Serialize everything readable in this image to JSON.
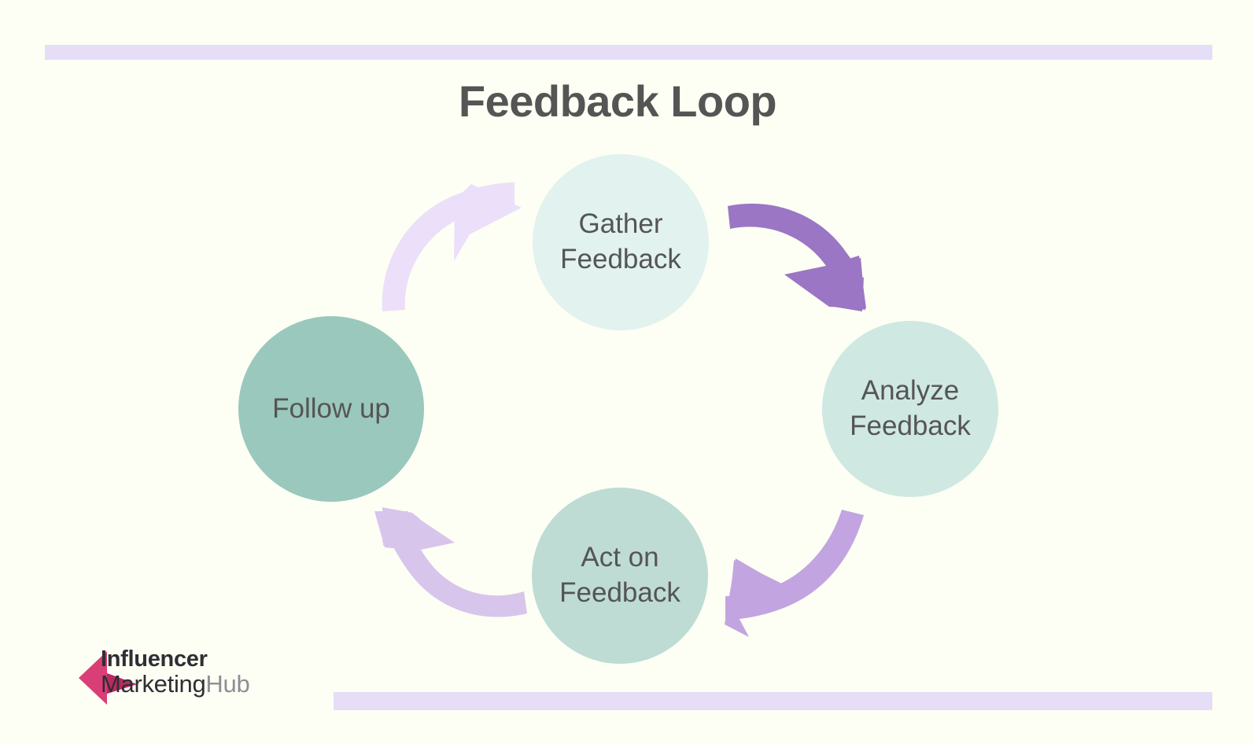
{
  "page": {
    "background_color": "#fdfff4",
    "title": "Feedback Loop",
    "title_color": "#555555"
  },
  "decorations": {
    "top_rule_color": "#e6ddf7",
    "bottom_rule_color": "#e6ddf7"
  },
  "diagram": {
    "type": "cycle",
    "direction": "clockwise",
    "nodes": [
      {
        "id": "gather",
        "label": "Gather\nFeedback",
        "position": "top",
        "fill": "#e2f2ee",
        "text_color": "#555555"
      },
      {
        "id": "analyze",
        "label": "Analyze\nFeedback",
        "position": "right",
        "fill": "#cfe8e2",
        "text_color": "#555555"
      },
      {
        "id": "act",
        "label": "Act on\nFeedback",
        "position": "bottom",
        "fill": "#bedcd3",
        "text_color": "#555555"
      },
      {
        "id": "follow",
        "label": "Follow up",
        "position": "left",
        "fill": "#9ac8bc",
        "text_color": "#555555"
      }
    ],
    "arrows": [
      {
        "id": "gather-to-analyze",
        "from": "gather",
        "to": "analyze",
        "color": "#9a76c4",
        "position": "top-right"
      },
      {
        "id": "analyze-to-act",
        "from": "analyze",
        "to": "act",
        "color": "#c2a5e0",
        "position": "bottom-right"
      },
      {
        "id": "act-to-follow",
        "from": "act",
        "to": "follow",
        "color": "#d7c5ec",
        "position": "bottom-left"
      },
      {
        "id": "follow-to-gather",
        "from": "follow",
        "to": "gather",
        "color": "#ecdff9",
        "position": "top-left"
      }
    ]
  },
  "logo": {
    "line1": "Influencer",
    "line2_dark": "Marketing",
    "line2_light": "Hub",
    "mark_color": "#d93f76",
    "mark_color_dark": "#b92a5e",
    "dark_text_color": "#2e2e33",
    "light_text_color": "#8e8e93"
  }
}
